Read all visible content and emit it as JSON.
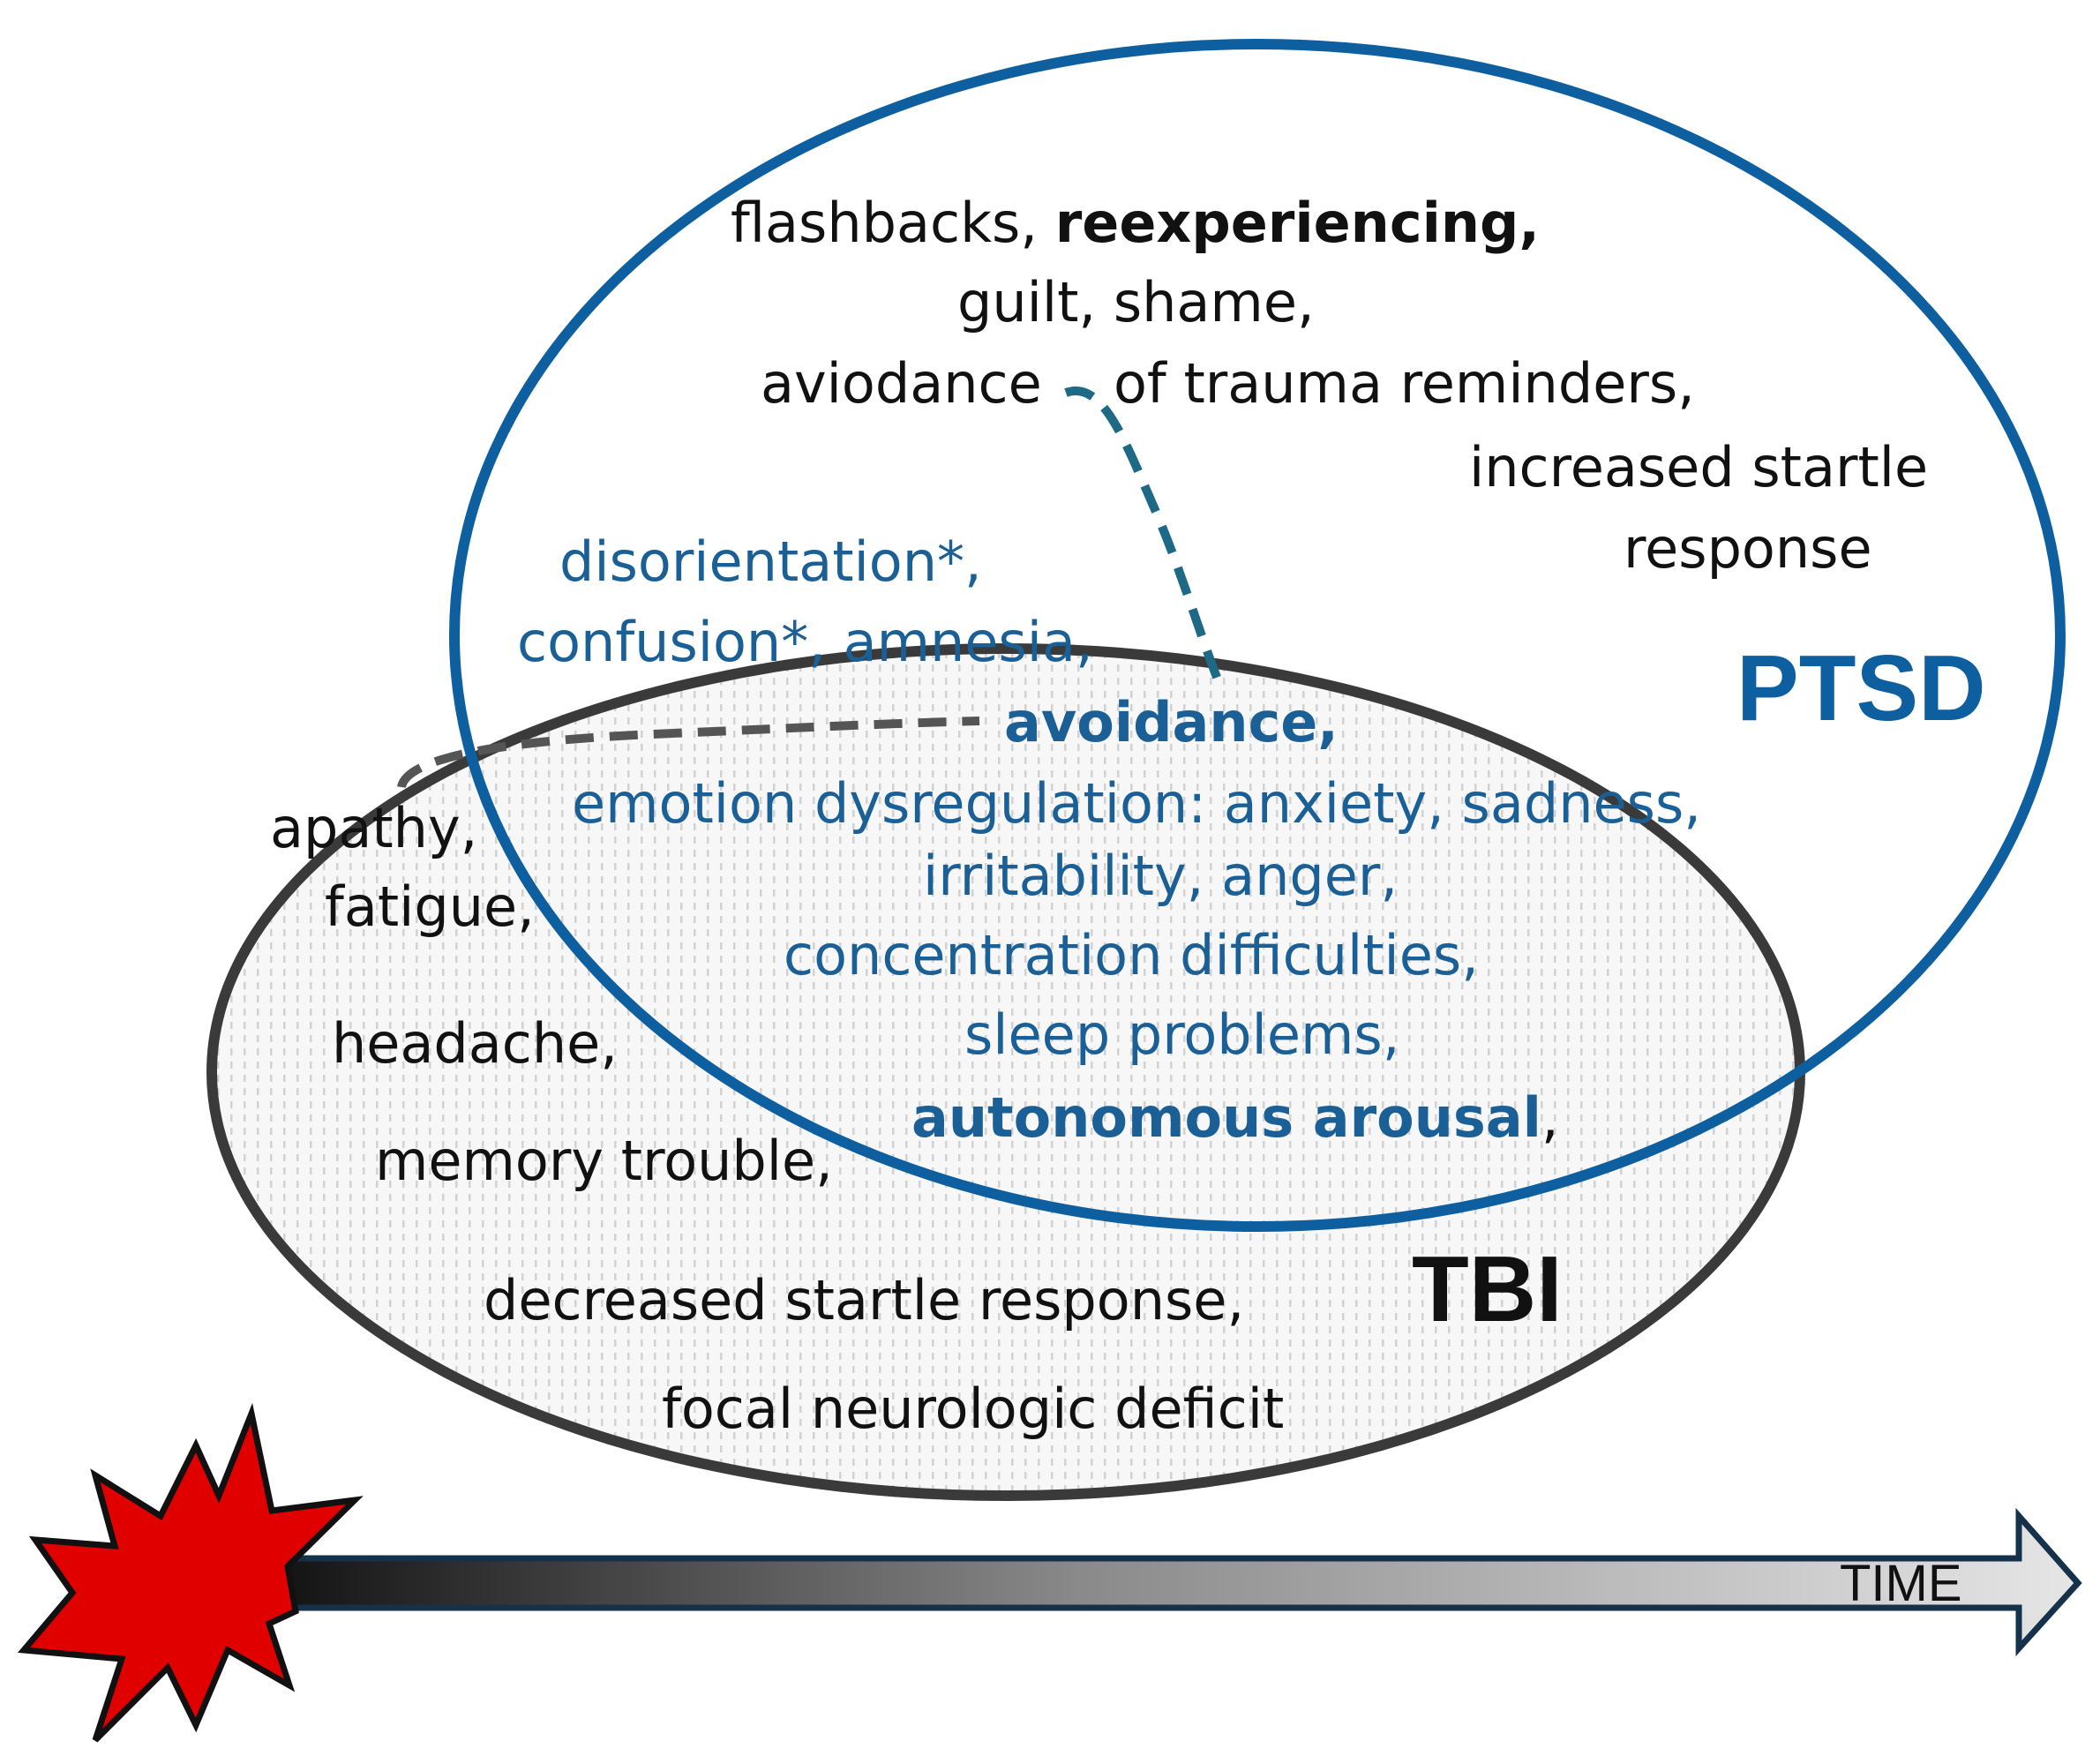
{
  "colors": {
    "ptsd": "#0e5fa0",
    "tbi": "#3a3a3a",
    "shared_text": "#1a5f96",
    "burst": "#e00000"
  },
  "icons": {
    "burst": "explosion-burst-icon",
    "arrow": "time-arrow-icon"
  },
  "ptsd": {
    "title": "PTSD",
    "line1_a": "flashbacks, ",
    "line1_b": "reexperiencing,",
    "line2": "guilt, shame,",
    "line3_a": "aviodance",
    "line3_b": "of trauma reminders,",
    "line4": "increased startle",
    "line5": "response"
  },
  "shared": {
    "l1": "disorientation*,",
    "l2": "confusion*, amnesia,",
    "l3": "avoidance,",
    "l4": "emotion dysregulation: anxiety, sadness,",
    "l5": "irritability, anger,",
    "l6": "concentration difficulties,",
    "l7": "sleep problems,",
    "l8_a": "autonomous arousal",
    "l8_b": ","
  },
  "tbi": {
    "title": "TBI",
    "l1": "apathy,",
    "l2": "fatigue,",
    "l3": "headache,",
    "l4": "memory trouble,",
    "l5": "decreased startle response,",
    "l6": "focal neurologic deficit"
  },
  "timeline": {
    "label": "TIME"
  }
}
